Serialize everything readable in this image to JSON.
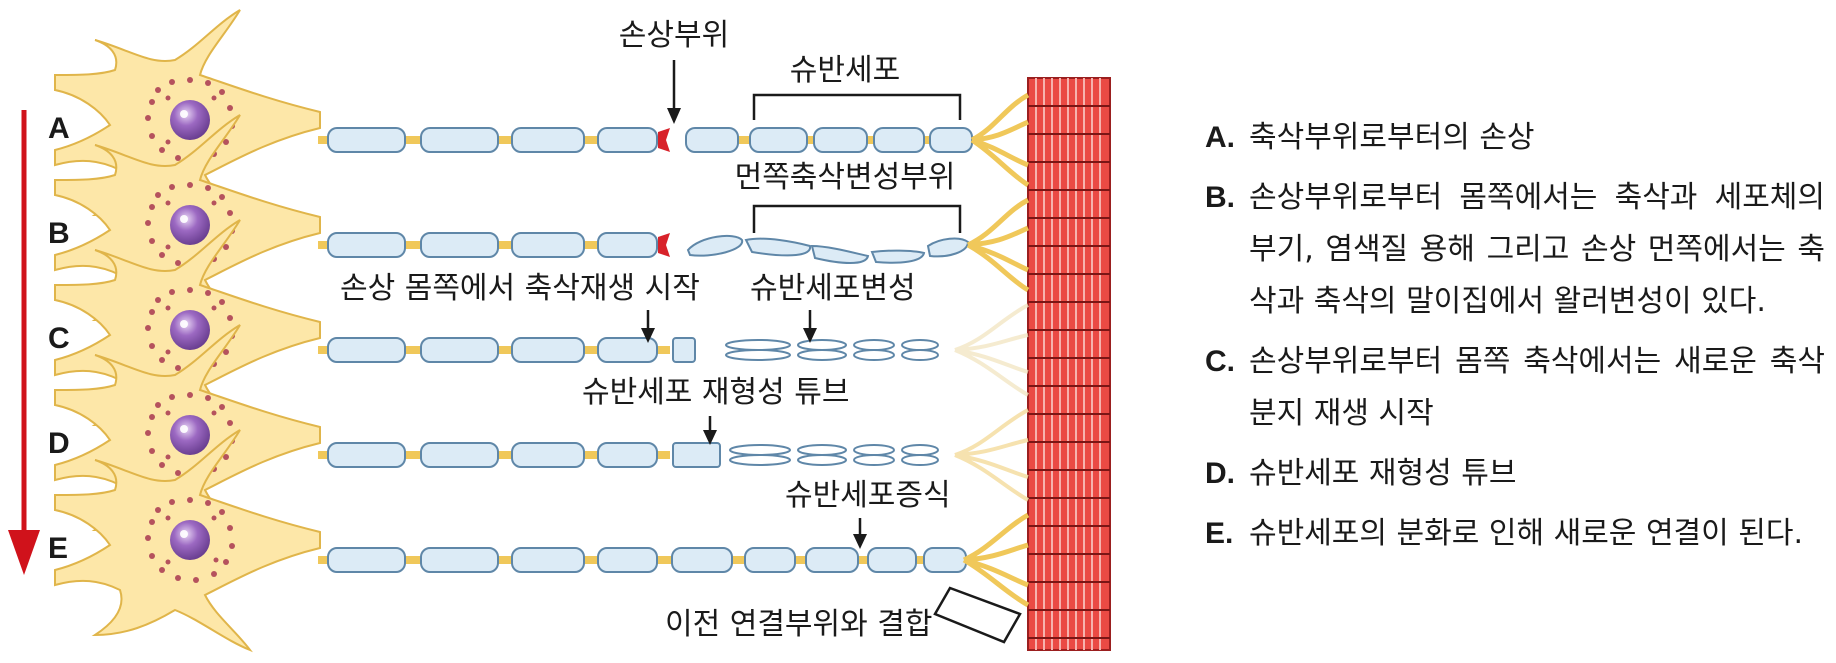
{
  "colors": {
    "arrow_red": "#d0121b",
    "neuron_fill": "#fde7a8",
    "neuron_stroke": "#e0b54a",
    "axon": "#f0c85a",
    "myelin_fill": "#dcebf6",
    "myelin_stroke": "#5f87a8",
    "muscle": "#e7413f",
    "muscle_light": "#f6b3ae",
    "nucleus": "#8a52b0"
  },
  "rows": [
    {
      "letter": "A"
    },
    {
      "letter": "B"
    },
    {
      "letter": "C"
    },
    {
      "letter": "D"
    },
    {
      "letter": "E"
    }
  ],
  "labels": {
    "injury_site": "손상부위",
    "schwann_cell": "슈반세포",
    "distal_degeneration": "먼쪽축삭변성부위",
    "proximal_regen_start": "손상 몸쪽에서 축삭재생 시작",
    "schwann_degeneration": "슈반세포변성",
    "schwann_tube": "슈반세포 재형성 튜브",
    "schwann_proliferation": "슈반세포증식",
    "reconnection": "이전 연결부위와 결합"
  },
  "legend": [
    {
      "letter": "A.",
      "text": "축삭부위로부터의 손상"
    },
    {
      "letter": "B.",
      "text": "손상부위로부터 몸쪽에서는 축삭과 세포체의 부기, 염색질 용해 그리고 손상 먼쪽에서는 축삭과 축삭의 말이집에서 왈러변성이 있다."
    },
    {
      "letter": "C.",
      "text": "손상부위로부터 몸쪽 축삭에서는 새로운 축삭 분지 재생 시작"
    },
    {
      "letter": "D.",
      "text": "슈반세포 재형성 튜브"
    },
    {
      "letter": "E.",
      "text": "슈반세포의 분화로 인해 새로운 연결이 된다."
    }
  ]
}
